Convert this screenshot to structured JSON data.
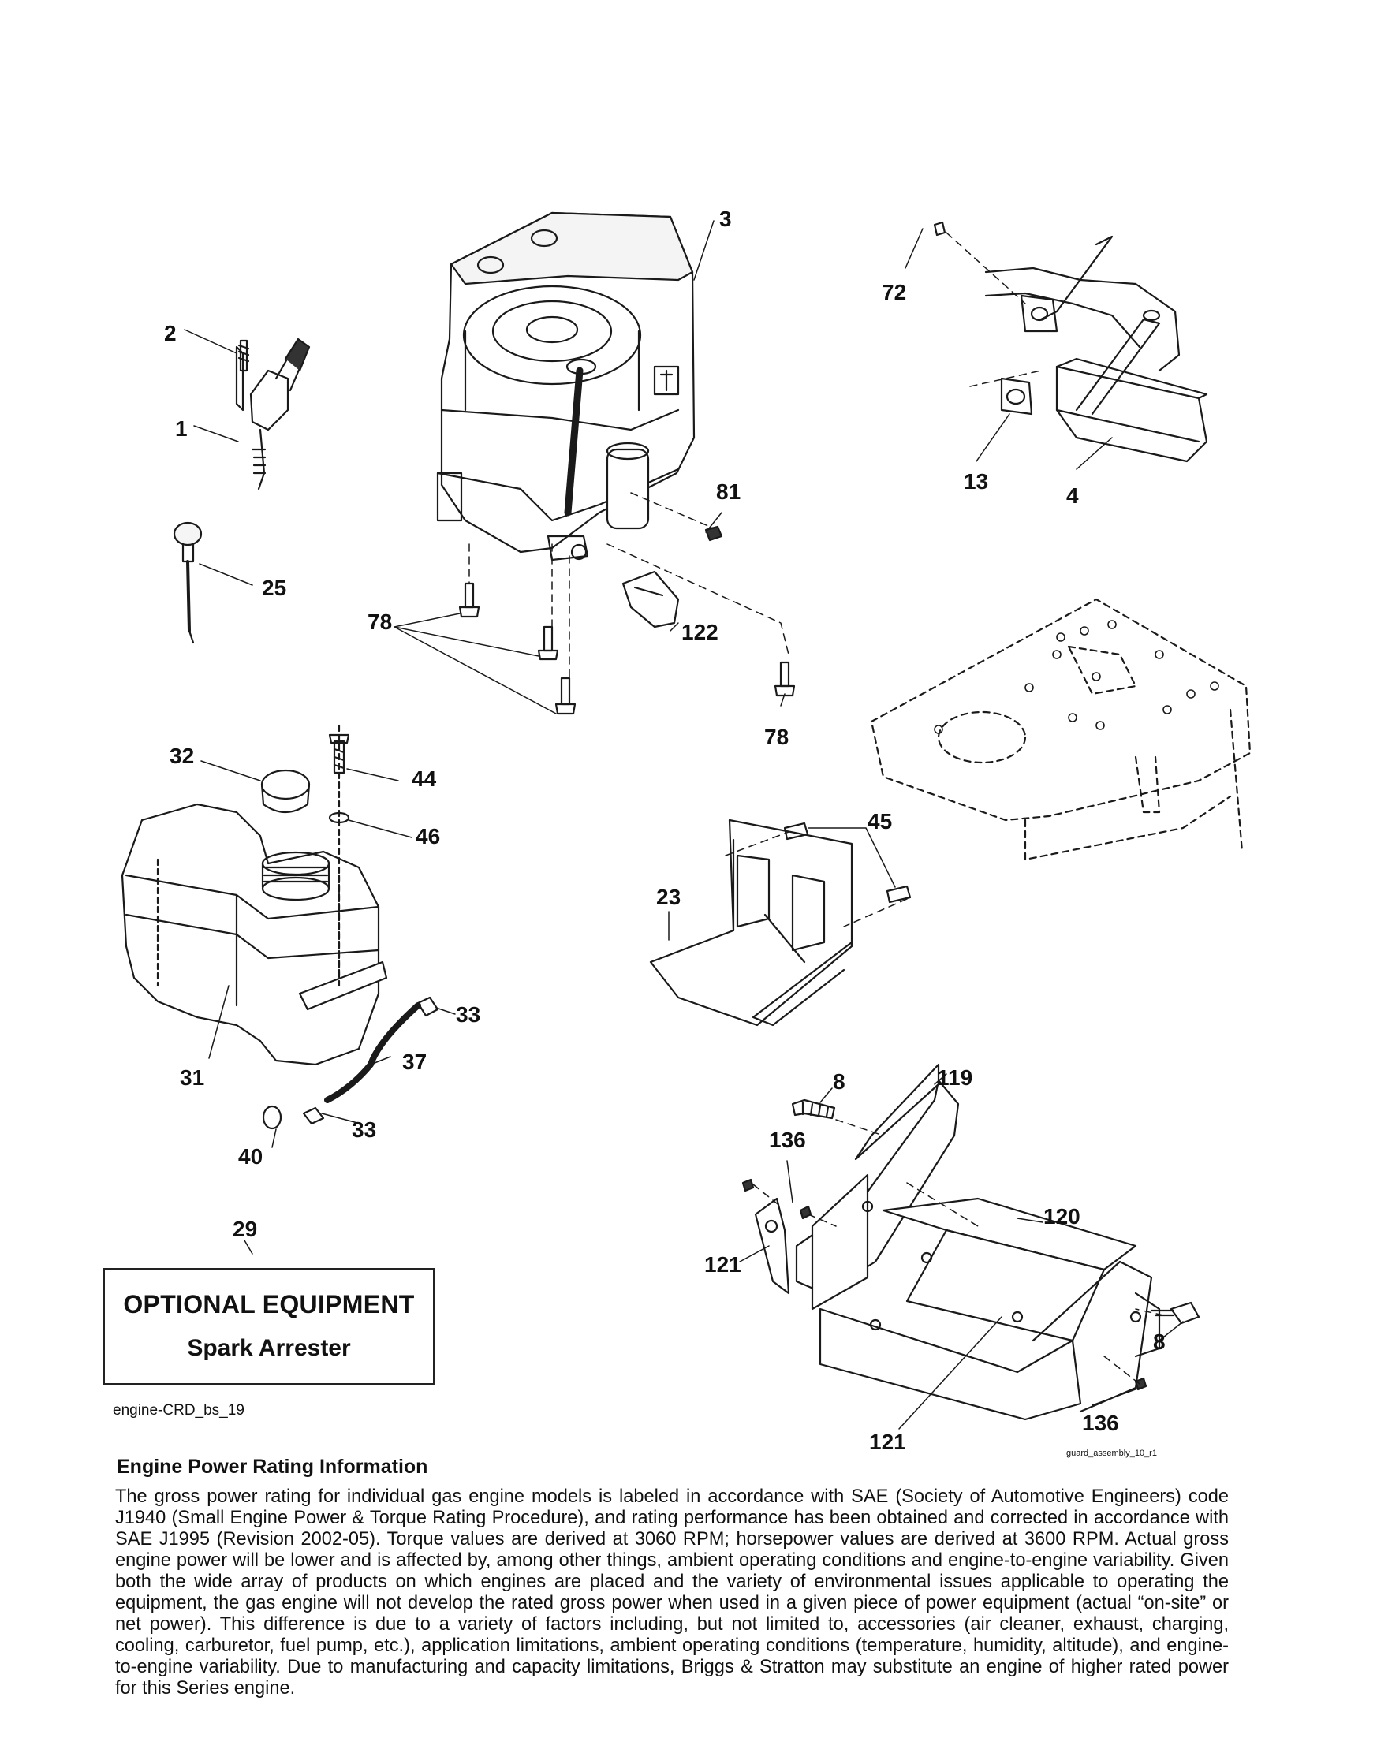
{
  "figure": {
    "callouts": {
      "c3": "3",
      "c72": "72",
      "c2": "2",
      "c1": "1",
      "c13": "13",
      "c4": "4",
      "c81": "81",
      "c25": "25",
      "c78a": "78",
      "c122": "122",
      "c78b": "78",
      "c32": "32",
      "c44": "44",
      "c46": "46",
      "c45": "45",
      "c23": "23",
      "c33a": "33",
      "c31": "31",
      "c37": "37",
      "c33b": "33",
      "c40": "40",
      "c8a": "8",
      "c119": "119",
      "c136a": "136",
      "c120": "120",
      "c121a": "121",
      "c8b": "8",
      "c136b": "136",
      "c121b": "121",
      "c29": "29"
    },
    "optional_box": {
      "title": "OPTIONAL EQUIPMENT",
      "subtitle": "Spark Arrester"
    },
    "engine_caption": "engine-CRD_bs_19",
    "guard_caption": "guard_assembly_10_r1"
  },
  "rating": {
    "heading": "Engine Power Rating Information",
    "body": "The gross power rating for individual gas engine models is labeled in accordance with SAE (Society of Automotive Engineers) code J1940 (Small Engine Power & Torque Rating Procedure), and rating performance has been obtained and corrected in accordance with SAE J1995 (Revision 2002-05). Torque values are derived at 3060 RPM; horsepower values are derived at 3600 RPM. Actual gross engine power will be lower and is affected by, among other things, ambient operating conditions and engine-to-engine variability. Given both the wide array of products on which engines are placed and the variety of environmental issues applicable to operating the equipment, the gas engine will not develop the rated gross power when used in a given piece of power equipment (actual “on-site” or net power). This difference is due to a variety of factors including, but not limited to, accessories (air cleaner, exhaust, charging, cooling, carburetor, fuel pump, etc.), application limitations, ambient operating conditions (temperature, humidity, altitude), and engine-to-engine variability. Due to manufacturing and capacity limitations, Briggs & Stratton may substitute an engine of higher rated power for this Series engine."
  }
}
